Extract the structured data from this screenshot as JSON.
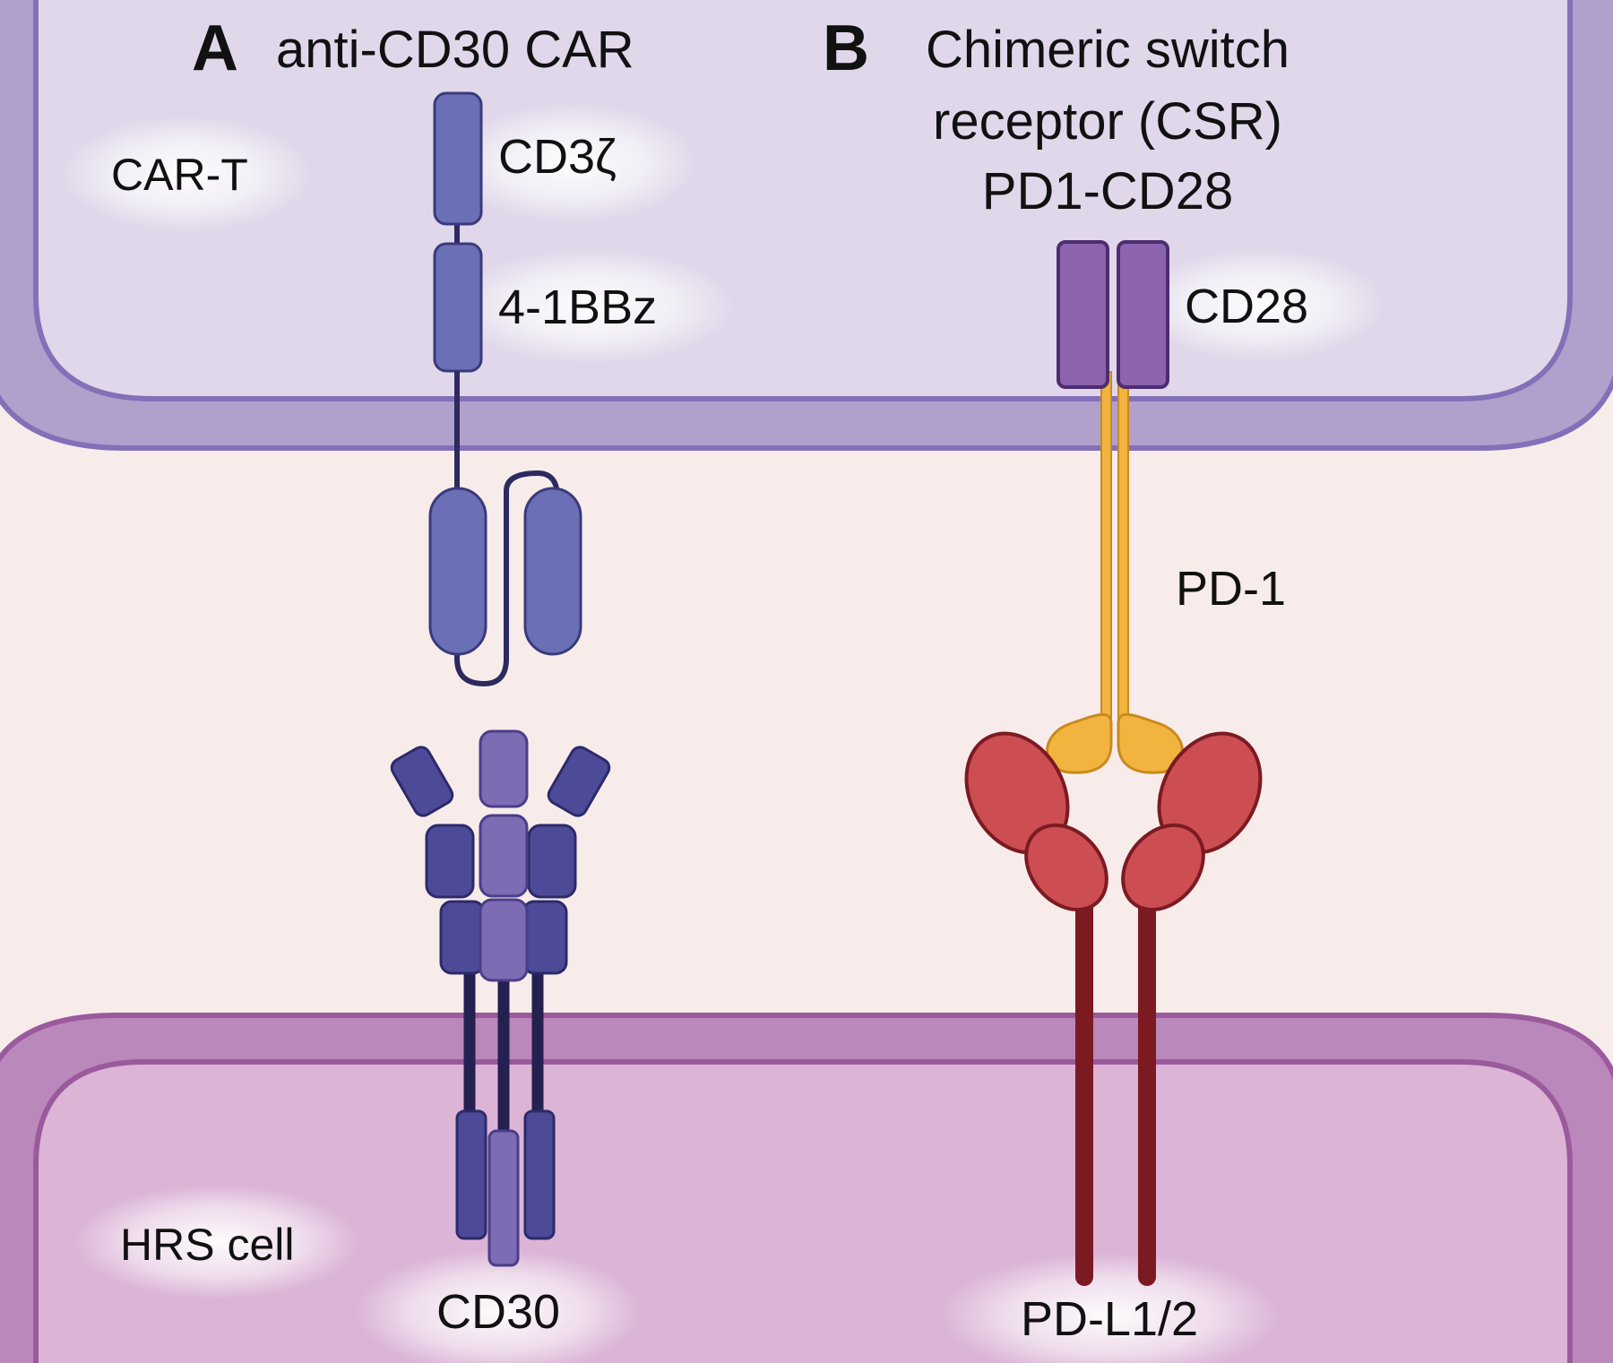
{
  "panel_a": {
    "letter": "A",
    "title": "anti-CD30 CAR",
    "labels": {
      "cd3z": "CD3ζ",
      "fourone_bb": "4-1BBz"
    }
  },
  "panel_b": {
    "letter": "B",
    "title_lines": [
      "Chimeric switch",
      "receptor (CSR)",
      "PD1-CD28"
    ],
    "labels": {
      "cd28": "CD28",
      "pd1": "PD-1"
    }
  },
  "cells": {
    "top": "CAR-T",
    "bottom": "HRS cell"
  },
  "ligands": {
    "cd30": "CD30",
    "pdl": "PD-L1/2"
  },
  "colors": {
    "background": "#f8ecea",
    "cart_cell": "#e0d8ea",
    "cart_membrane": "#b0a0cc",
    "cart_membrane_edge": "#8470b8",
    "hrs_cell": "#dbb4d6",
    "hrs_membrane": "#bb88bc",
    "hrs_membrane_edge": "#9a5a9c",
    "car_domain": "#6b6fb5",
    "cd30_dark": "#4d4a98",
    "cd30_light": "#7d6bb3",
    "cd28": "#8c64ae",
    "pd1": "#f3b33f",
    "pdl": "#cc4e52",
    "pdl_stalk": "#7c1a22"
  }
}
